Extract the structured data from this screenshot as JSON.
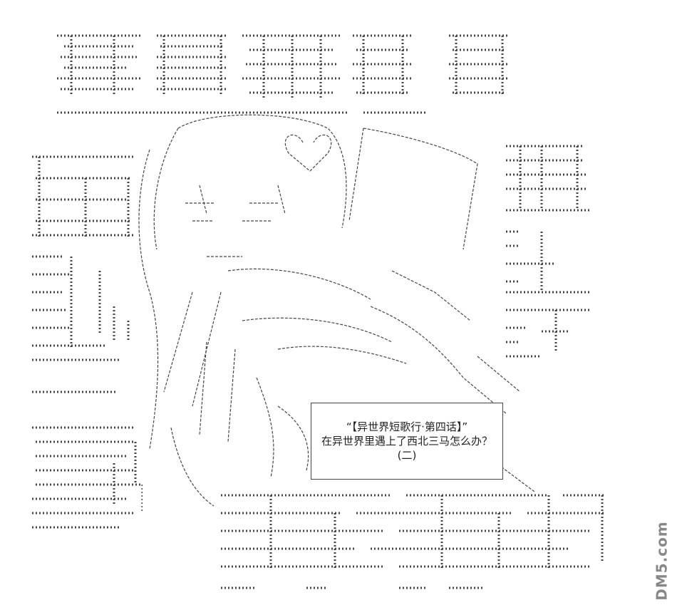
{
  "title_box": {
    "line1": "“【异世界短歌行·第四话】”",
    "line2": "在异世界里遇上了西北三马怎么办？",
    "line3": "(二)"
  },
  "watermark": {
    "text": "DM5.com"
  },
  "colors": {
    "ink": "#333333",
    "background": "#ffffff",
    "watermark": "#888888"
  }
}
